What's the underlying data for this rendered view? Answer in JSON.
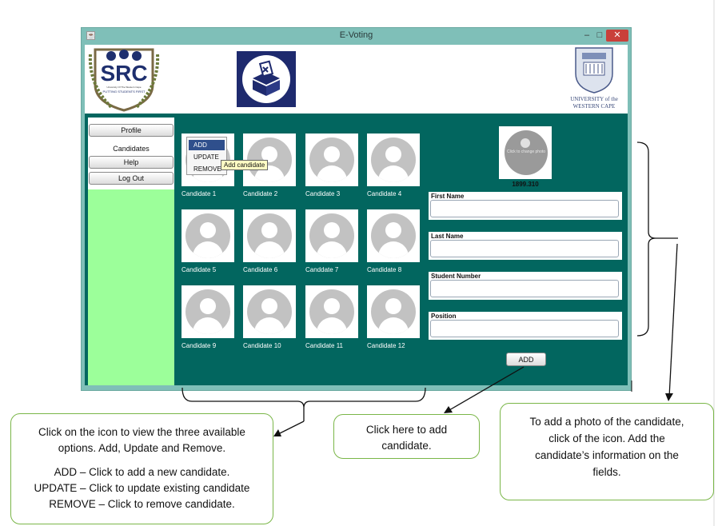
{
  "window": {
    "title": "E-Voting",
    "min_glyph": "–",
    "max_glyph": "□",
    "close_glyph": "✕"
  },
  "header": {
    "src_logo_text": "SRC",
    "src_small_1": "University Of The Western Cape",
    "src_small_2": "PUTTING STUDENTS FIRST",
    "uwc_line1": "UNIVERSITY of the",
    "uwc_line2": "WESTERN CAPE"
  },
  "sidebar": {
    "items": [
      {
        "label": "Profile"
      },
      {
        "label": "Candidates"
      },
      {
        "label": "Help"
      },
      {
        "label": "Log Out"
      }
    ]
  },
  "candidates": [
    "Candidate 1",
    "Candidate 2",
    "Candidate 3",
    "Candidate 4",
    "Candidate 5",
    "Candidate 6",
    "Canddate 7",
    "Candidate 8",
    "Candidate 9",
    "Candidate 10",
    "Candidate 11",
    "Candidate 12"
  ],
  "popup": {
    "add": "ADD",
    "update": "UPDATE",
    "remove": "REMOVE",
    "tooltip": "Add candidate"
  },
  "form": {
    "photo_hint": "Click to change photo",
    "photo_size": "1899.310",
    "fields": [
      {
        "label": "First Name",
        "value": ""
      },
      {
        "label": "Last Name",
        "value": ""
      },
      {
        "label": "Student Number",
        "value": ""
      },
      {
        "label": "Position",
        "value": ""
      }
    ],
    "add_label": "ADD"
  },
  "annotations": {
    "left_line1": "Click on the icon to view the three available",
    "left_line2": "options. Add, Update and Remove.",
    "left_add": "ADD – Click to add a new candidate.",
    "left_update": "UPDATE – Click to update existing candidate",
    "left_remove": "REMOVE – Click to remove candidate.",
    "middle_line1": "Click here to add",
    "middle_line2": "candidate.",
    "right_line1": "To add a photo of the candidate,",
    "right_line2": "click of the icon. Add the",
    "right_line3": "candidate’s information on the",
    "right_line4": "fields."
  }
}
